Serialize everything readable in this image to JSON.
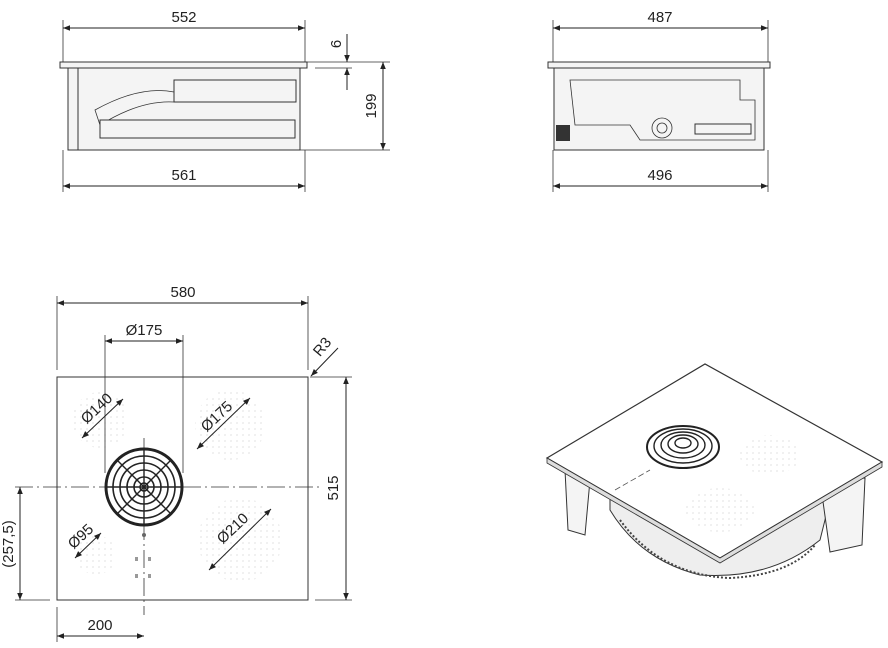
{
  "side_view_front": {
    "width_top": "552",
    "width_bottom": "561",
    "plate_thickness": "6",
    "height": "199"
  },
  "side_view_side": {
    "width_top": "487",
    "width_bottom": "496"
  },
  "plan_view": {
    "width": "580",
    "depth": "515",
    "corner_radius": "R3",
    "vent_diameter": "Ø175",
    "zone_top_left": "Ø140",
    "zone_top_right": "Ø175",
    "zone_bottom_left": "Ø95",
    "zone_bottom_right": "Ø210",
    "vent_offset_y": "(257,5)",
    "vent_offset_x": "200"
  },
  "colors": {
    "line": "#222222",
    "background": "#ffffff"
  }
}
